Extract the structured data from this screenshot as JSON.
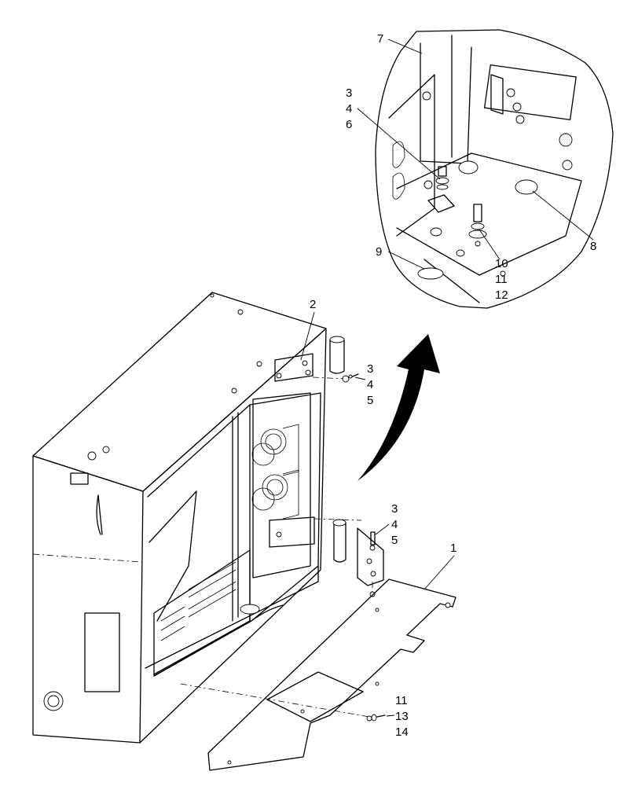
{
  "callouts": {
    "c1": "1",
    "c2": "2",
    "c3a": "3",
    "c4a": "4",
    "c5a": "5",
    "c3b": "3",
    "c4b": "4",
    "c5b": "5",
    "c3c": "3",
    "c4c": "4",
    "c6": "6",
    "c7": "7",
    "c8": "8",
    "c9": "9",
    "c10": "10",
    "c11a": "11",
    "c12": "12",
    "c11b": "11",
    "c13": "13",
    "c14": "14"
  },
  "colors": {
    "ink": "#000000",
    "paper": "#ffffff"
  },
  "icons": {
    "arrow": "curved-arrow-icon"
  }
}
